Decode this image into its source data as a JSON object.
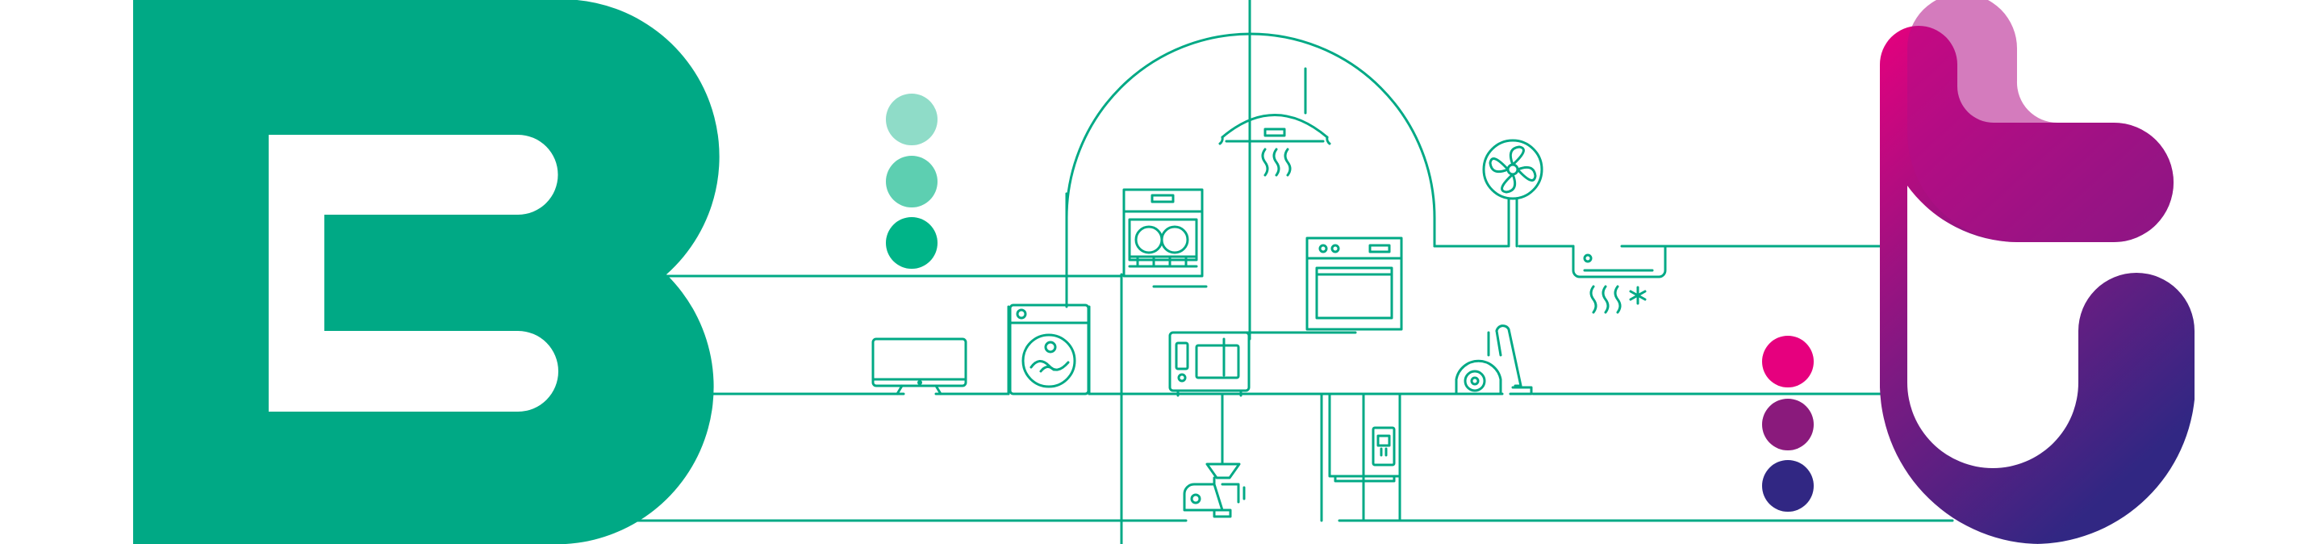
{
  "colors": {
    "background": "#ffffff",
    "brand_green": "#00a985",
    "line_green": "#00a985",
    "dot_green_1": "#8fdcc8",
    "dot_green_2": "#5dcfb1",
    "dot_green_3": "#00b488",
    "dot_magenta": "#e6007e",
    "dot_purple": "#8a1a7c",
    "dot_navy": "#312783",
    "gradient_start": "#e6007e",
    "gradient_end": "#312783"
  },
  "logos": {
    "left": {
      "icon": "letter-b-logo-icon"
    },
    "right": {
      "icon": "letter-t-logo-icon"
    }
  },
  "dots": {
    "left_column": [
      "dot-light-green",
      "dot-mid-green",
      "dot-green"
    ],
    "right_column": [
      "dot-magenta",
      "dot-purple",
      "dot-navy"
    ]
  },
  "appliances": [
    {
      "icon": "cooker-hood-icon"
    },
    {
      "icon": "dishwasher-icon"
    },
    {
      "icon": "fan-icon"
    },
    {
      "icon": "air-conditioner-icon"
    },
    {
      "icon": "oven-icon"
    },
    {
      "icon": "washing-machine-icon"
    },
    {
      "icon": "tv-monitor-icon"
    },
    {
      "icon": "microwave-icon"
    },
    {
      "icon": "vacuum-cleaner-icon"
    },
    {
      "icon": "refrigerator-icon"
    },
    {
      "icon": "meat-grinder-icon"
    }
  ]
}
